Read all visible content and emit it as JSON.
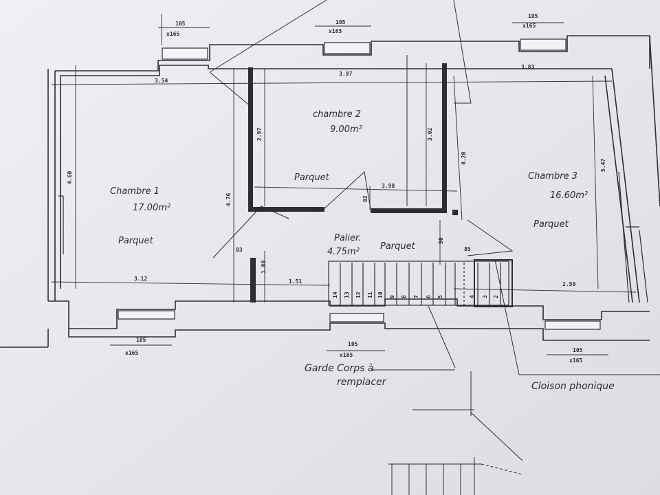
{
  "rooms": {
    "chambre1": {
      "name": "Chambre 1",
      "area": "17.00m²",
      "floor": "Parquet"
    },
    "chambre2": {
      "name": "chambre 2",
      "area": "9.00m²",
      "floor": "Parquet"
    },
    "chambre3": {
      "name": "Chambre 3",
      "area": "16.60m²",
      "floor": "Parquet"
    },
    "palier": {
      "name": "Palier.",
      "area": "4.75m²",
      "floor": "Parquet"
    }
  },
  "windows": {
    "top_left": {
      "width": "105",
      "height": "x165"
    },
    "top_center": {
      "width": "105",
      "height": "x165"
    },
    "top_right": {
      "width": "105",
      "height": "x165"
    },
    "bottom_left": {
      "width": "105",
      "height": "x165"
    },
    "bottom_center": {
      "width": "105",
      "height": "x165"
    },
    "bottom_right": {
      "width": "105",
      "height": "x165"
    }
  },
  "dimensions": {
    "d_354": "3.54",
    "d_397": "3.97",
    "d_383": "3.83",
    "d_460": "4.60",
    "d_297": "2.97",
    "d_302": "3.02",
    "d_420": "4.20",
    "d_547": "5.47",
    "d_476": "4.76",
    "d_398": "3.98",
    "d_82": "82",
    "d_83": "83",
    "d_180": "1.80",
    "d_312": "3.12",
    "d_151": "1.51",
    "d_90": "90",
    "d_85": "85",
    "d_250": "2.50"
  },
  "stairs": {
    "steps": [
      "14",
      "13",
      "12",
      "11",
      "10",
      "9",
      "8",
      "7",
      "6",
      "5",
      "4",
      "3",
      "2"
    ]
  },
  "notes": {
    "garde_corps_line1": "Garde Corps à",
    "garde_corps_line2": "remplacer",
    "cloison": "Cloison phonique"
  }
}
